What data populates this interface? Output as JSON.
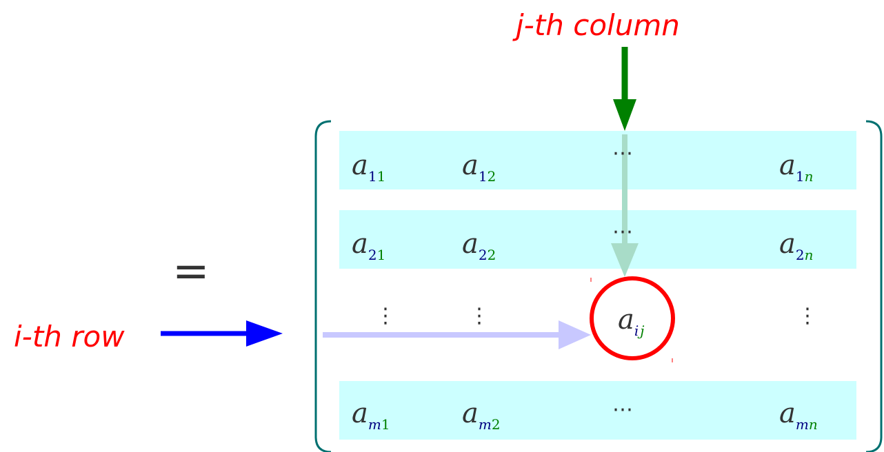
{
  "labels": {
    "column_label": "j-th column",
    "row_label": "i-th row",
    "equals": "="
  },
  "matrix": {
    "rows": [
      [
        {
          "base": "a",
          "row_sub": "1",
          "col_sub": "1"
        },
        {
          "base": "a",
          "row_sub": "1",
          "col_sub": "2"
        },
        {
          "dots": "⋯"
        },
        {
          "base": "a",
          "row_sub": "1",
          "col_sub": "n"
        }
      ],
      [
        {
          "base": "a",
          "row_sub": "2",
          "col_sub": "1"
        },
        {
          "base": "a",
          "row_sub": "2",
          "col_sub": "2"
        },
        {
          "dots": "⋯"
        },
        {
          "base": "a",
          "row_sub": "2",
          "col_sub": "n"
        }
      ],
      [
        {
          "vdots": "⋮"
        },
        {
          "vdots": "⋮"
        },
        {
          "base": "a",
          "row_sub": "i",
          "col_sub": "j"
        },
        {
          "vdots": "⋮"
        }
      ],
      [
        {
          "base": "a",
          "row_sub": "m",
          "col_sub": "1"
        },
        {
          "base": "a",
          "row_sub": "m",
          "col_sub": "2"
        },
        {
          "dots": "⋯"
        },
        {
          "base": "a",
          "row_sub": "m",
          "col_sub": "n"
        }
      ]
    ]
  },
  "colors": {
    "label_red": "#ff0000",
    "column_arrow": "#008000",
    "row_arrow": "#0000ff",
    "row_band": "#ccffff",
    "bracket": "#007070",
    "highlight_circle": "#ff0000",
    "row_index": "#000080",
    "col_index": "#008000"
  }
}
